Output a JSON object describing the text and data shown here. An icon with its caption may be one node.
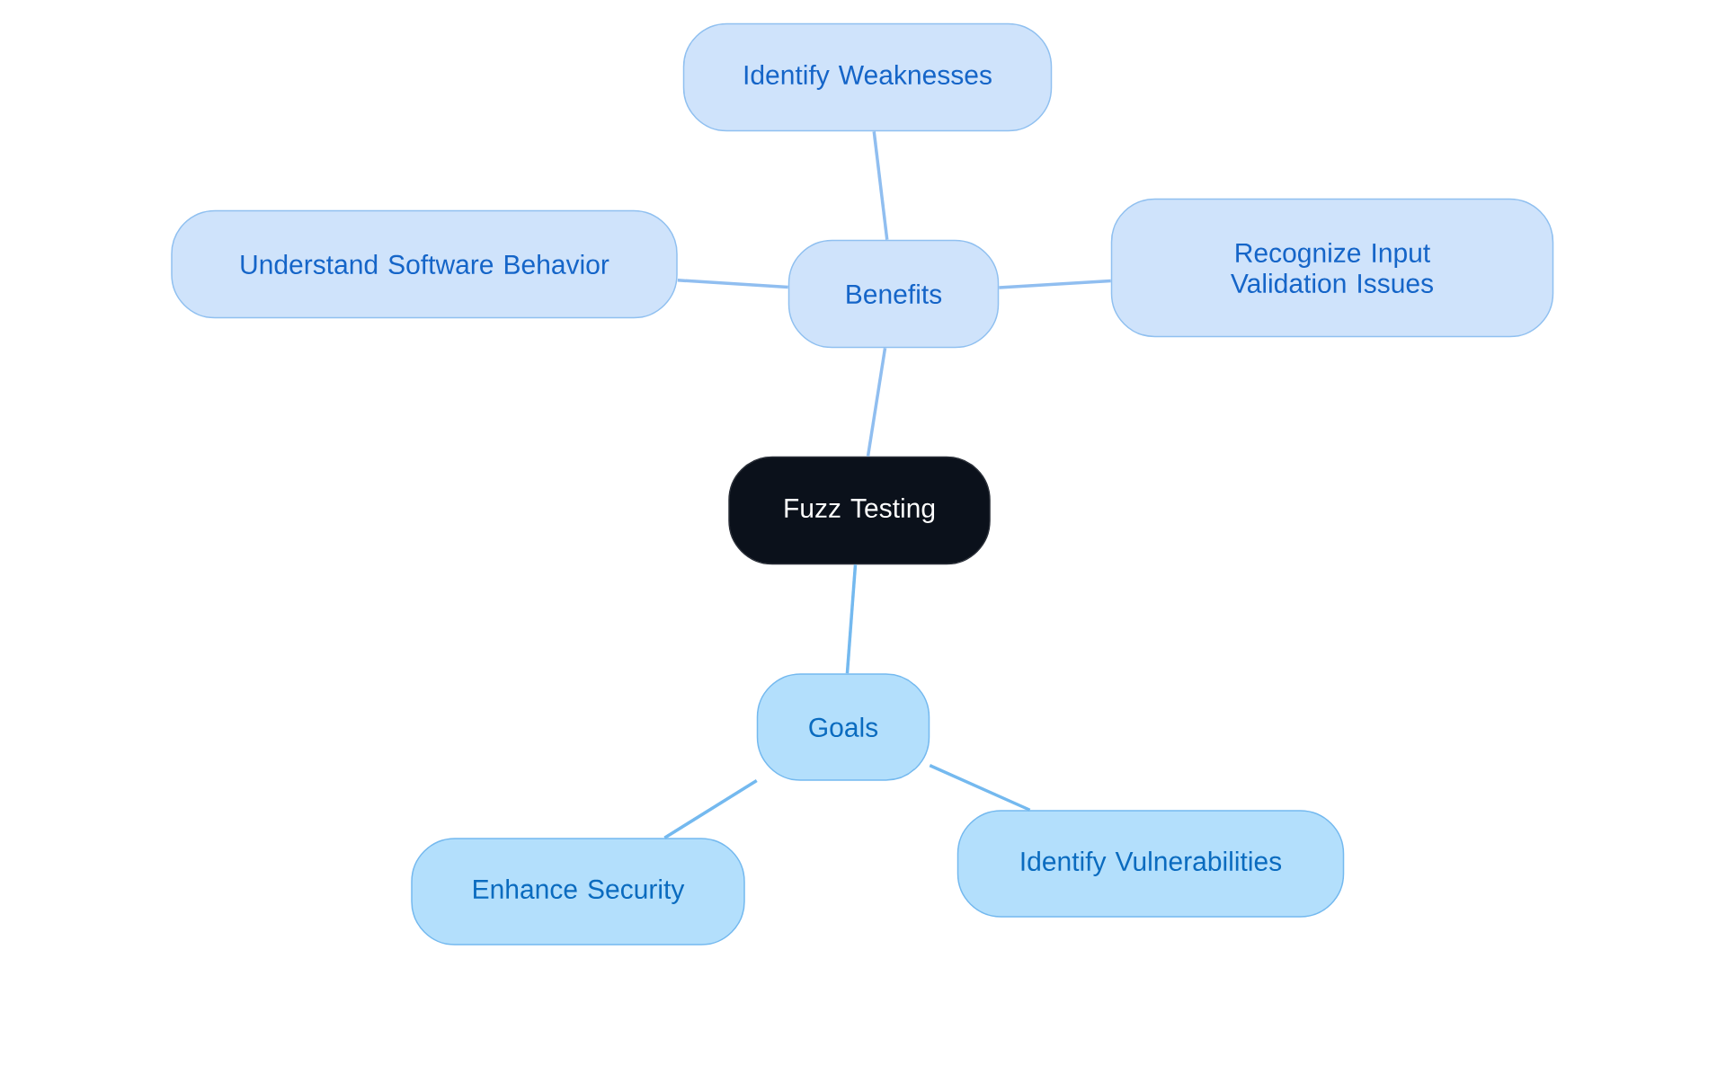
{
  "diagram": {
    "nodes": [
      {
        "text": [
          "Fuzz Testing"
        ]
      },
      {
        "text": [
          "Benefits"
        ]
      },
      {
        "text": [
          "Identify Weaknesses"
        ]
      },
      {
        "text": [
          "Understand Software Behavior"
        ]
      },
      {
        "text": [
          "Recognize Input Validation Issues"
        ]
      },
      {
        "text": [
          "Goals"
        ]
      },
      {
        "text": [
          "Enhance Security"
        ]
      },
      {
        "text": [
          "Identify Vulnerabilities"
        ]
      }
    ],
    "edges": [
      {
        "from": 0,
        "to": 1,
        "arrow": "none"
      },
      {
        "from": 1,
        "to": 2,
        "arrow": "none"
      },
      {
        "from": 1,
        "to": 3,
        "arrow": "none"
      },
      {
        "from": 1,
        "to": 4,
        "arrow": "none"
      },
      {
        "from": 0,
        "to": 5,
        "arrow": "none",
        "color": "#74b9ef"
      },
      {
        "from": 5,
        "to": 6,
        "arrow": "none",
        "color": "#74b9ef"
      },
      {
        "from": 5,
        "to": 7,
        "arrow": "none",
        "color": "#74b9ef"
      }
    ]
  }
}
